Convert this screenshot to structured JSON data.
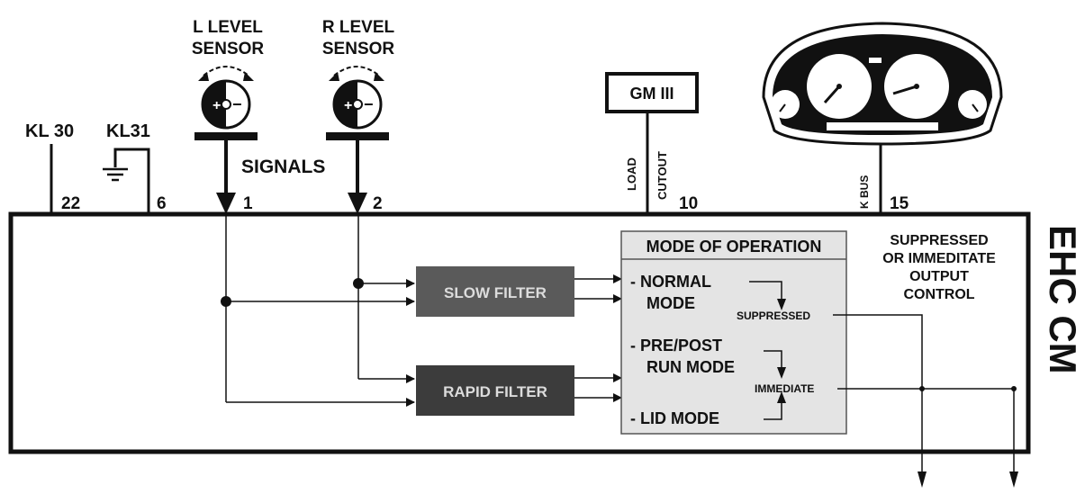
{
  "sensors": {
    "left": {
      "line1": "L LEVEL",
      "line2": "SENSOR",
      "pin": "1"
    },
    "right": {
      "line1": "R LEVEL",
      "line2": "SENSOR",
      "pin": "2"
    },
    "signals_label": "SIGNALS"
  },
  "supply": {
    "kl30": {
      "label": "KL 30",
      "pin": "22"
    },
    "kl31": {
      "label": "KL31",
      "pin": "6"
    }
  },
  "gm": {
    "label": "GM III",
    "load": "LOAD",
    "cutout": "CUTOUT",
    "pin": "10"
  },
  "cluster": {
    "kbus": "K BUS",
    "pin": "15"
  },
  "module": {
    "label": "EHC CM"
  },
  "filters": {
    "slow": "SLOW FILTER",
    "rapid": "RAPID FILTER"
  },
  "mode_box": {
    "title": "MODE OF OPERATION",
    "normal_1": "- NORMAL",
    "normal_2": "MODE",
    "prepost_1": "- PRE/POST",
    "prepost_2": "RUN MODE",
    "lid": "- LID MODE",
    "suppressed": "SUPPRESSED",
    "immediate": "IMMEDIATE"
  },
  "output_control": {
    "line1": "SUPPRESSED",
    "line2": "OR IMMEDITATE",
    "line3": "OUTPUT",
    "line4": "CONTROL"
  },
  "colors": {
    "ink": "#111111",
    "slow_filter": "#5a5a5a",
    "rapid_filter": "#3c3c3c",
    "mode_box": "#e4e4e4",
    "filter_text": "#dcdcdc"
  }
}
